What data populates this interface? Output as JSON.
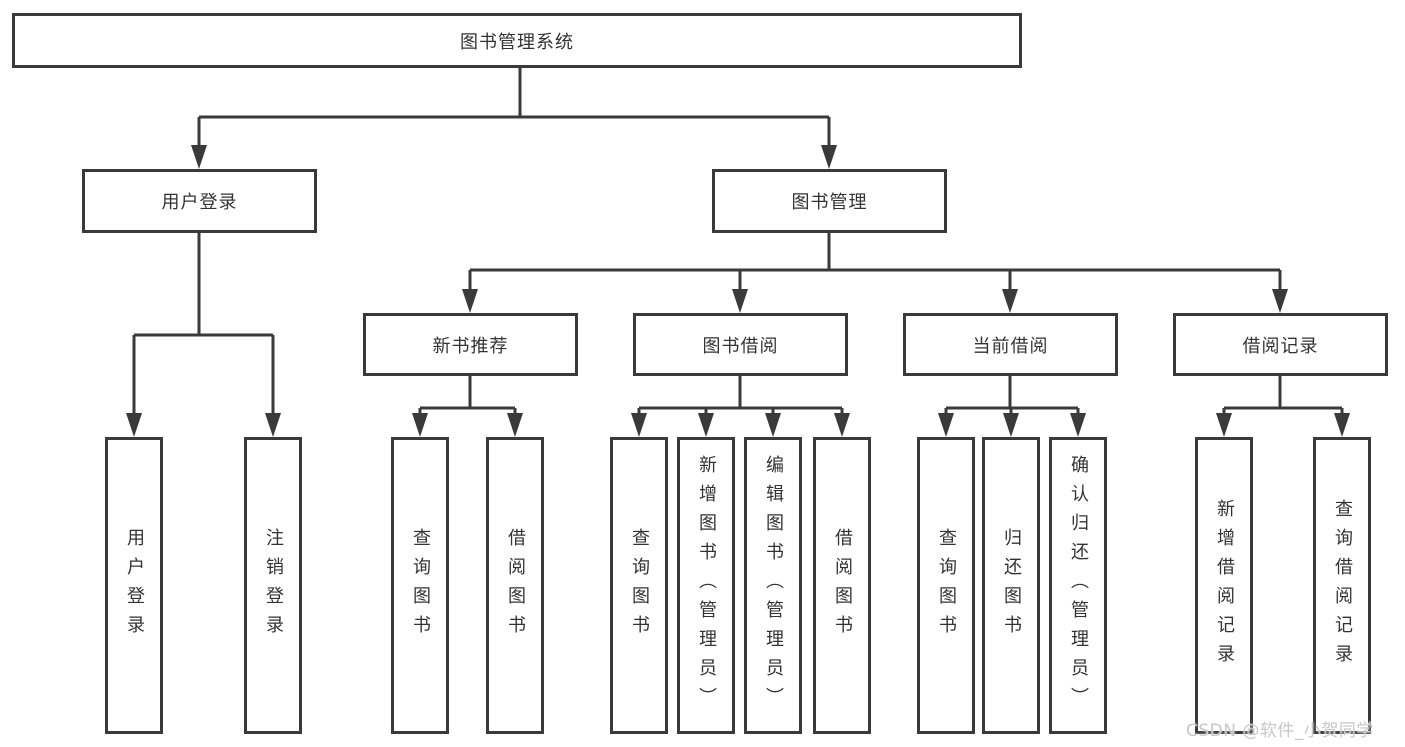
{
  "diagram": {
    "root": {
      "label": "图书管理系统"
    },
    "login_branch": {
      "label": "用户登录",
      "children": [
        {
          "label": "用户登录"
        },
        {
          "label": "注销登录"
        }
      ]
    },
    "mgmt_branch": {
      "label": "图书管理",
      "sections": [
        {
          "label": "新书推荐",
          "children": [
            {
              "label": "查询图书"
            },
            {
              "label": "借阅图书"
            }
          ]
        },
        {
          "label": "图书借阅",
          "children": [
            {
              "label": "查询图书"
            },
            {
              "label": "新增图书（管理员）"
            },
            {
              "label": "编辑图书（管理员）"
            },
            {
              "label": "借阅图书"
            }
          ]
        },
        {
          "label": "当前借阅",
          "children": [
            {
              "label": "查询图书"
            },
            {
              "label": "归还图书"
            },
            {
              "label": "确认归还（管理员）"
            }
          ]
        },
        {
          "label": "借阅记录",
          "children": [
            {
              "label": "新增借阅记录"
            },
            {
              "label": "查询借阅记录"
            }
          ]
        }
      ]
    }
  },
  "watermark": "CSDN @软件_小贺同学",
  "colors": {
    "line": "#3a3a3a",
    "text": "#333333",
    "watermark": "#c7c7c7",
    "background": "#ffffff"
  }
}
